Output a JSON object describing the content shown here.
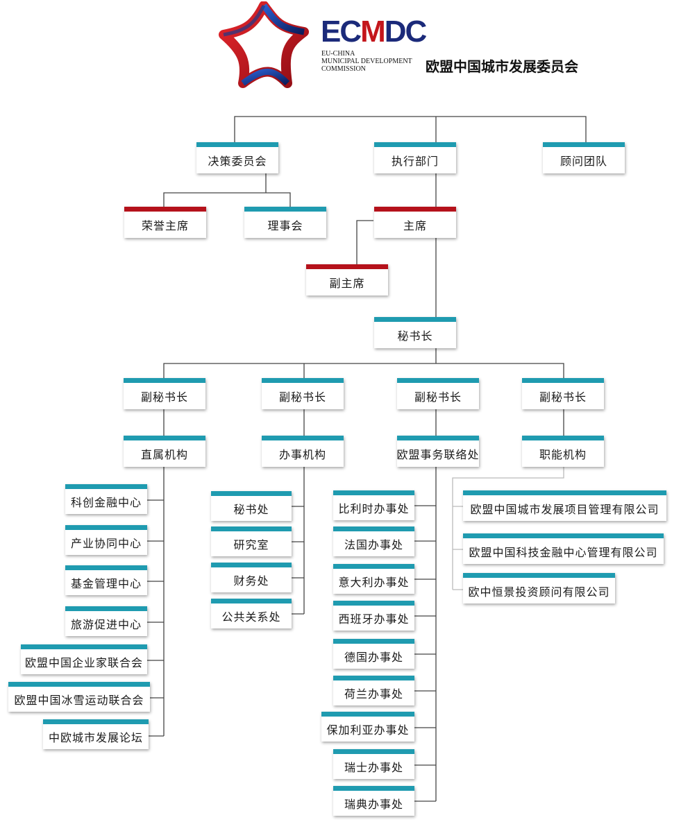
{
  "header": {
    "logo_text_part1": "EC",
    "logo_text_part2": "M",
    "logo_text_part3": "DC",
    "logo_subtitle": [
      "EU-CHINA",
      "MUNICIPAL DEVELOPMENT",
      "COMMISSION"
    ],
    "name_cn": "欧盟中国城市发展委员会"
  },
  "colors": {
    "accent": "#1f9bb0",
    "leader": "#b5121b",
    "line": "#444444"
  },
  "top_level": {
    "decision_committee": "决策委员会",
    "executive_dept": "执行部门",
    "advisory_team": "顾问团队"
  },
  "decision": {
    "honorary_chair": "荣誉主席",
    "council": "理事会"
  },
  "executive": {
    "chairman": "主席",
    "vice_chairman": "副主席",
    "secretary_general": "秘书长",
    "deputy_sg": [
      "副秘书长",
      "副秘书长",
      "副秘书长",
      "副秘书长"
    ]
  },
  "branches": {
    "direct": "直属机构",
    "office": "办事机构",
    "eu_liaison": "欧盟事务联络处",
    "functional": "职能机构"
  },
  "direct_units": [
    "科创金融中心",
    "产业协同中心",
    "基金管理中心",
    "旅游促进中心",
    "欧盟中国企业家联合会",
    "欧盟中国冰雪运动联合会",
    "中欧城市发展论坛"
  ],
  "office_units": [
    "秘书处",
    "研究室",
    "财务处",
    "公共关系处"
  ],
  "liaison_units": [
    "比利时办事处",
    "法国办事处",
    "意大利办事处",
    "西班牙办事处",
    "德国办事处",
    "荷兰办事处",
    "保加利亚办事处",
    "瑞士办事处",
    "瑞典办事处"
  ],
  "functional_units": [
    "欧盟中国城市发展项目管理有限公司",
    "欧盟中国科技金融中心管理有限公司",
    "欧中恒景投资顾问有限公司"
  ]
}
